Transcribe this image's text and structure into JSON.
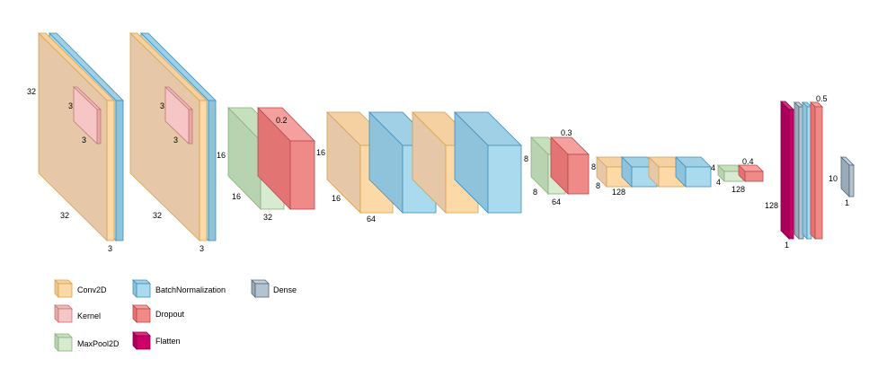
{
  "colors": {
    "conv2d": {
      "front": "#fdd9a8",
      "side": "#f0c48c",
      "top": "#f5d0a0",
      "stroke": "#d6a24b"
    },
    "batchnorm": {
      "front": "#a9daee",
      "side": "#8fc3dc",
      "top": "#a0d0e6",
      "stroke": "#3f8fb8"
    },
    "maxpool": {
      "front": "#d8ead0",
      "side": "#b7d3b0",
      "top": "#c6dfbe",
      "stroke": "#8ab07f"
    },
    "dropout": {
      "front": "#ef8a89",
      "side": "#e37474",
      "top": "#f3a09e",
      "stroke": "#b84949"
    },
    "kernel": {
      "front": "#f6c5c5",
      "side": "#e8a8a8",
      "top": "#f0b8b8",
      "stroke": "#c27575"
    },
    "flatten": {
      "front": "#cc0066",
      "side": "#a8005a",
      "top": "#d9337f",
      "stroke": "#86004a"
    },
    "dense": {
      "front": "#b3c3d0",
      "side": "#9aaab7",
      "top": "#c3d0db",
      "stroke": "#56677a"
    }
  },
  "labels": {
    "b1_height": "32",
    "b1_kernel_h": "3",
    "b1_kernel_w": "3",
    "b1_width": "32",
    "b1_depth": "3",
    "b2_width": "32",
    "b2_kernel_h": "3",
    "b2_kernel_w": "3",
    "b2_depth": "3",
    "b2_side": "16",
    "pool1_h": "16",
    "pool1_d": "32",
    "drop1": "0.2",
    "drop1_side": "16",
    "b3_h": "16",
    "b3_d": "64",
    "pool2_h": "8",
    "pool2_d": "64",
    "drop2": "0.3",
    "pool2_side": "8",
    "b4_h": "8",
    "b4_d": "128",
    "b4_side": "8",
    "pool3_h": "4",
    "pool3_d": "128",
    "drop3": "0.4",
    "pool3_side": "4",
    "flatten_h": "128",
    "flatten_w": "1",
    "drop4": "0.5",
    "dense_h": "10",
    "dense_w": "1"
  },
  "legend": [
    {
      "key": "conv2d",
      "label": "Conv2D"
    },
    {
      "key": "batchnorm",
      "label": "BatchNormalization"
    },
    {
      "key": "dense",
      "label": "Dense"
    },
    {
      "key": "kernel",
      "label": "Kernel"
    },
    {
      "key": "dropout",
      "label": "Dropout"
    },
    {
      "key": "maxpool",
      "label": "MaxPool2D"
    },
    {
      "key": "flatten",
      "label": "Flatten"
    }
  ]
}
